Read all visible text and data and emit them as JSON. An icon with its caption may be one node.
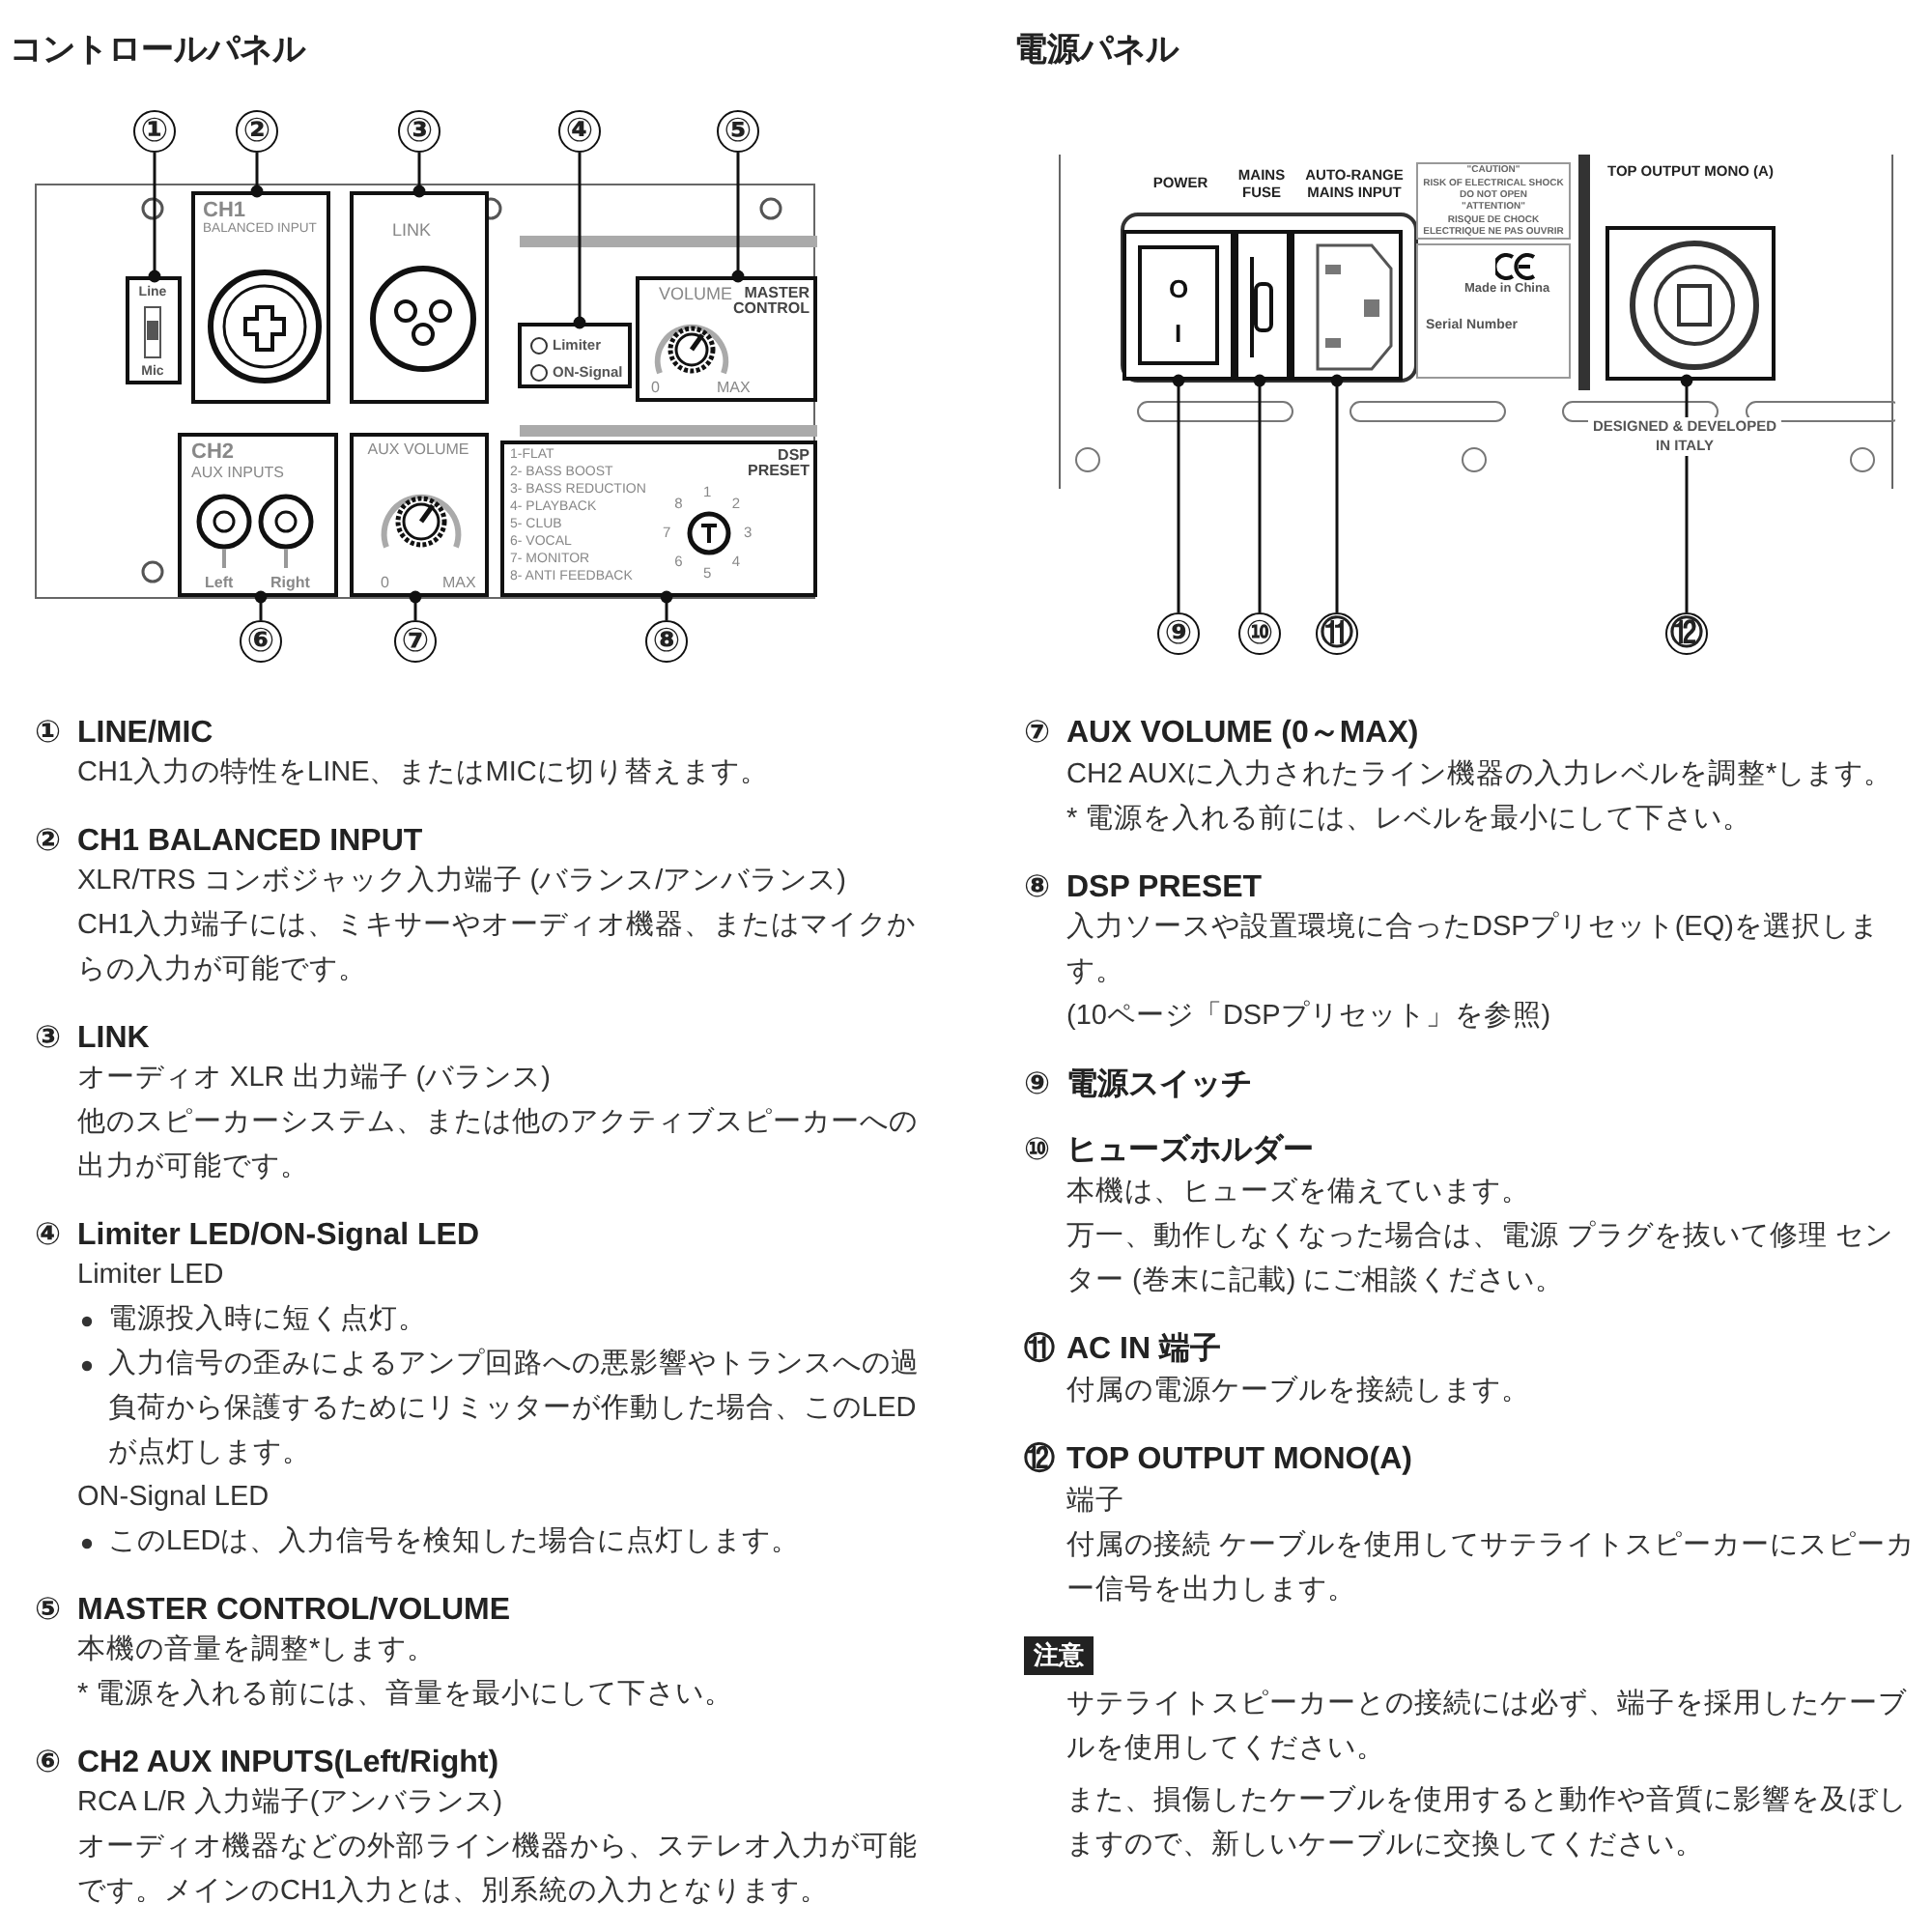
{
  "diagram": {
    "nodes": [
      {
        "text": [],
        "shape": "box"
      },
      {
        "text": [
          "①"
        ]
      },
      {
        "text": [
          "Line",
          "Mic"
        ],
        "in": 0
      },
      {
        "text": [
          "②"
        ]
      },
      {
        "text": [
          "CH1",
          "BALANCED INPUT"
        ],
        "in": 0
      },
      {
        "text": [
          "③"
        ]
      },
      {
        "text": [
          "LINK"
        ],
        "in": 0
      },
      {
        "text": [
          "④"
        ]
      },
      {
        "text": [
          "Limiter",
          "ON-Signal"
        ],
        "in": 0
      },
      {
        "text": [
          "⑤"
        ]
      },
      {
        "text": [
          "VOLUME",
          "MASTER CONTROL",
          "0",
          "MAX"
        ],
        "in": 0
      },
      {
        "text": [
          "⑥"
        ]
      },
      {
        "text": [
          "CH2",
          "AUX INPUTS",
          "Left",
          "Right"
        ],
        "in": 0
      },
      {
        "text": [
          "⑦"
        ]
      },
      {
        "text": [
          "AUX VOLUME",
          "0",
          "MAX"
        ],
        "in": 0
      },
      {
        "text": [
          "⑧"
        ]
      },
      {
        "text": [
          "1-FLAT",
          "2- BASS BOOST",
          "3- BASS REDUCTION",
          "4- PLAYBACK",
          "5- CLUB",
          "6- VOCAL",
          "7- MONITOR",
          "8- ANTI FEEDBACK",
          "DSP PRESET",
          "1",
          "2",
          "3",
          "4",
          "5",
          "6",
          "7",
          "8"
        ],
        "in": 0
      },
      {
        "text": [],
        "shape": "box"
      },
      {
        "text": [
          "⑨"
        ]
      },
      {
        "text": [
          "O",
          "I"
        ],
        "beside": [
          "POWER"
        ],
        "in": 17
      },
      {
        "text": [
          "⑩"
        ]
      },
      {
        "text": [],
        "shape": "box",
        "beside": [
          "MAINS FUSE"
        ],
        "in": 17
      },
      {
        "text": [
          "⑪"
        ]
      },
      {
        "text": [],
        "shape": "box",
        "beside": [
          "AUTO-RANGE MAINS INPUT"
        ],
        "in": 17
      },
      {
        "text": [
          "⑫"
        ]
      },
      {
        "text": [],
        "shape": "box",
        "beside": [
          "TOP OUTPUT MONO (A)"
        ],
        "in": 17
      }
    ],
    "edges": [
      {
        "from": 1,
        "to": 2,
        "arrow": "other"
      },
      {
        "from": 3,
        "to": 4,
        "arrow": "other"
      },
      {
        "from": 5,
        "to": 6,
        "arrow": "other"
      },
      {
        "from": 7,
        "to": 8,
        "arrow": "other"
      },
      {
        "from": 9,
        "to": 10,
        "arrow": "other"
      },
      {
        "from": 11,
        "to": 12,
        "arrow": "other"
      },
      {
        "from": 13,
        "to": 14,
        "arrow": "other"
      },
      {
        "from": 15,
        "to": 16,
        "arrow": "other"
      },
      {
        "from": 18,
        "to": 19,
        "arrow": "other"
      },
      {
        "from": 20,
        "to": 21,
        "arrow": "other"
      },
      {
        "from": 22,
        "to": 23,
        "arrow": "other"
      },
      {
        "from": 24,
        "to": 25,
        "arrow": "other"
      }
    ],
    "labels": [
      "コントロールパネル",
      "電源パネル",
      "\"CAUTION\"",
      "RISK OF ELECTRICAL SHOCK DO NOT OPEN",
      "\"ATTENTION\"",
      "RISQUE DE CHOCK ELECTRIQUE NE PAS OUVRIR",
      "Made in China",
      "Serial Number",
      "DESIGNED & DEVELOPED IN ITALY",
      "①",
      "LINE/MIC",
      "CH1入力の特性をLINE、またはMICに切り替えます。",
      "②",
      "CH1 BALANCED INPUT",
      "XLR/TRS コンボジャック入力端子 (バランス/アンバランス)",
      "CH1入力端子には、ミキサーやオーディオ機器、またはマイクからの入力が可能です。",
      "③",
      "LINK",
      "オーディオ XLR 出力端子 (バランス)",
      "他のスピーカーシステム、または他のアクティブスピーカーへの出力が可能です。",
      "④",
      "Limiter LED/ON-Signal LED",
      "Limiter LED",
      "電源投入時に短く点灯。",
      "入力信号の歪みによるアンプ回路への悪影響やトランスへの過負荷から保護するためにリミッターが作動した場合、このLEDが点灯します。",
      "ON-Signal LED",
      "このLEDは、入力信号を検知した場合に点灯します。",
      "⑤",
      "MASTER CONTROL/VOLUME",
      "本機の音量を調整*します。",
      "* 電源を入れる前には、音量を最小にして下さい。",
      "⑥",
      "CH2 AUX INPUTS(Left/Right)",
      "RCA L/R 入力端子(アンバランス)",
      "オーディオ機器などの外部ライン機器から、ステレオ入力が可能です。メインのCH1入力とは、別系統の入力となります。",
      "⑦",
      "AUX VOLUME (0～MAX)",
      "CH2 AUXに入力されたライン機器の入力レベルを調整*します。",
      "* 電源を入れる前には、レベルを最小にして下さい。",
      "⑧",
      "DSP PRESET",
      "入力ソースや設置環境に合ったDSPプリセット(EQ)を選択します。",
      "(10ページ「DSPプリセット」を参照)",
      "⑨",
      "電源スイッチ",
      "⑩",
      "ヒューズホルダー",
      "本機は、ヒューズを備えています。",
      "万一、動作しなくなった場合は、電源 プラグを抜いて修理 センター (巻末に記載) にご相談ください。",
      "⑪",
      "AC IN 端子",
      "付属の電源ケーブルを接続します。",
      "⑫",
      "TOP OUTPUT MONO(A)",
      "端子",
      "付属の接続 ケーブルを使用してサテライトスピーカーにスピーカー信号を出力します。",
      "注意",
      "サテライトスピーカーとの接続には必ず、端子を採用したケーブルを使用してください。",
      "また、損傷したケーブルを使用すると動作や音質に影響を及ぼしますので、新しいケーブルに交換してください。"
    ]
  }
}
